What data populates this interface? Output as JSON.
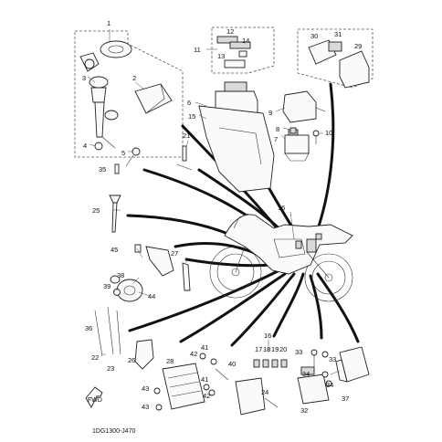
{
  "diagram_code": "1DG1300-J470",
  "fwd_label": "FWD",
  "callouts": {
    "c1": "1",
    "c2": "2",
    "c3": "3",
    "c4": "4",
    "c5": "5",
    "c6": "6",
    "c7": "7",
    "c8": "8",
    "c9": "9",
    "c10": "10",
    "c11": "11",
    "c12": "12",
    "c13": "13",
    "c14": "14",
    "c15": "15",
    "c16a": "16",
    "c16b": "16",
    "c17": "17",
    "c18": "18",
    "c19": "19",
    "c20": "20",
    "c21": "21",
    "c22": "22",
    "c23": "23",
    "c24": "24",
    "c25": "25",
    "c26": "26",
    "c27": "27",
    "c28": "28",
    "c29": "29",
    "c30": "30",
    "c31": "31",
    "c32": "32",
    "c33a": "33",
    "c33b": "33",
    "c34a": "34",
    "c34b": "34",
    "c35": "35",
    "c36": "36",
    "c37": "37",
    "c38": "38",
    "c39": "39",
    "c40": "40",
    "c41a": "41",
    "c41b": "41",
    "c42a": "42",
    "c42b": "42",
    "c43a": "43",
    "c43b": "43",
    "c44": "44",
    "c45": "45"
  }
}
